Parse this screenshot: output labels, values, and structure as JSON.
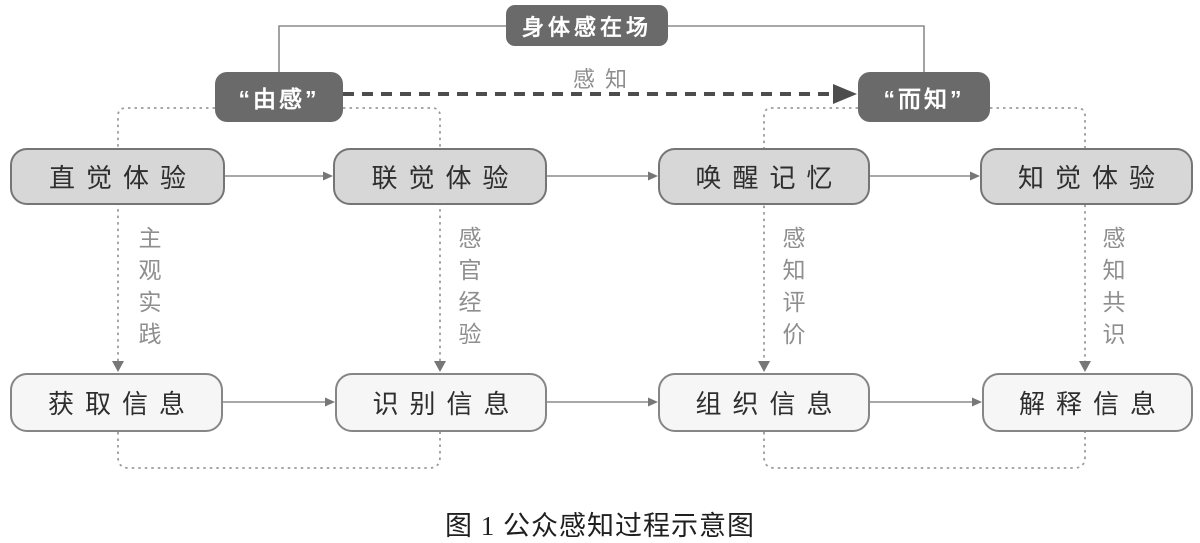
{
  "header": {
    "body_presence": "身体感在场",
    "from_feeling": "“由感”",
    "to_knowing": "“而知”",
    "perception": "感知"
  },
  "experience_row": {
    "items": [
      {
        "label": "直觉体验"
      },
      {
        "label": "联觉体验"
      },
      {
        "label": "唤醒记忆"
      },
      {
        "label": "知觉体验"
      }
    ]
  },
  "process_labels": {
    "items": [
      {
        "label": "主观实践"
      },
      {
        "label": "感官经验"
      },
      {
        "label": "感知评价"
      },
      {
        "label": "感知共识"
      }
    ]
  },
  "info_row": {
    "items": [
      {
        "label": "获取信息"
      },
      {
        "label": "识别信息"
      },
      {
        "label": "组织信息"
      },
      {
        "label": "解释信息"
      }
    ]
  },
  "caption": "图 1 公众感知过程示意图",
  "colors": {
    "dark_box": "#6a6a6a",
    "experience_box": "#d7d7d7",
    "info_box": "#f6f6f6",
    "solid_line": "#8c8c8c",
    "dotted_line": "#9c9c9c",
    "dashed_line": "#4d4d4d",
    "gray_text": "#8e8e8e"
  }
}
